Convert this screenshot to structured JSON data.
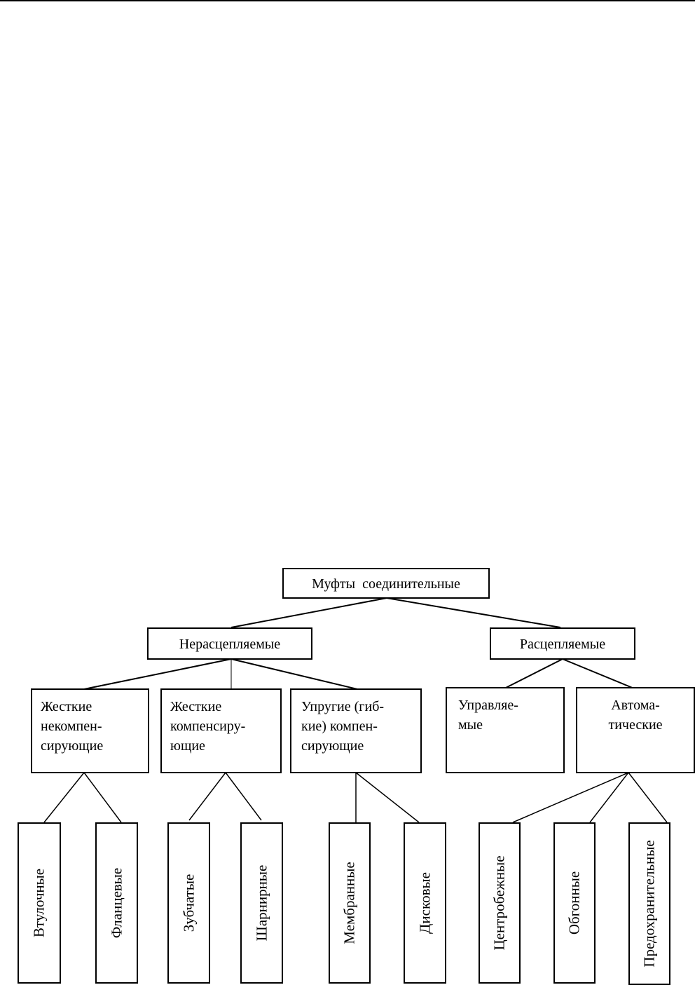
{
  "diagram": {
    "root": "Муфты  соединительные",
    "level1": {
      "non_disengaging": "Нерасцепляемые",
      "disengaging": "Расцепляемые"
    },
    "level2": {
      "rigid_noncomp": "Жесткие\nнекомпен-\nсирующие",
      "rigid_comp": "Жесткие\nкомпенсиру-\nющие",
      "elastic_comp": "Упругие (гиб-\nкие) компен-\nсирующие",
      "controlled": "Управляе-\nмые",
      "automatic": "Автома-\nтические"
    },
    "level3": {
      "sleeve": "Втулочные",
      "flange": "Фланцевые",
      "gear": "Зубчатые",
      "hinged": "Шарнирные",
      "membrane": "Мембранные",
      "disc": "Дисковые",
      "centrifugal": "Центробежные",
      "overrunning": "Обгонные",
      "safety": "Предохранительные"
    }
  }
}
